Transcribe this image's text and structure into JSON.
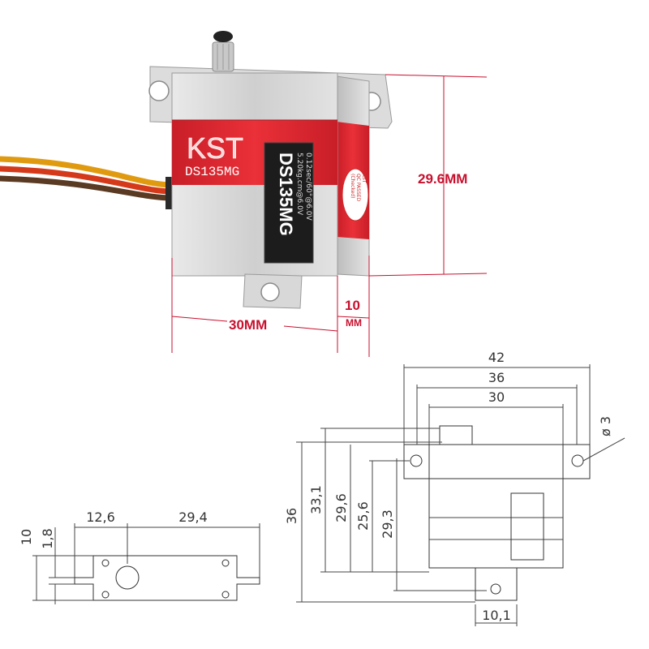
{
  "photo": {
    "brand": "KST",
    "model_plate": "DS135MG",
    "label_title": "DS135MG",
    "spec_torque": "5.20kg.cm@6.0V",
    "spec_speed": "0.12sec/60°@6.0V",
    "qc_line1": "KST",
    "qc_line2": "QC PASSED",
    "qc_line3": "(Checked)",
    "dim_height": "29.6MM",
    "dim_width": "30MM",
    "dim_depth_value": "10",
    "dim_depth_unit": "MM"
  },
  "front_drawing": {
    "dim_overall_width": "42",
    "dim_mid_width": "36",
    "dim_body_width": "30",
    "dim_hole": "ø 3",
    "dim_overall_height": "36",
    "dim_height_a": "33,1",
    "dim_height_b": "29,6",
    "dim_height_c": "25,6",
    "dim_height_d": "29,3",
    "dim_tab_width": "10,1"
  },
  "side_drawing": {
    "dim_left": "12,6",
    "dim_right": "29,4",
    "dim_thickness": "10",
    "dim_flange": "1,8"
  },
  "colors": {
    "dim_red": "#c8102e",
    "servo_red": "#e0262e",
    "aluminum": "#d6d6d6",
    "line": "#444444"
  }
}
